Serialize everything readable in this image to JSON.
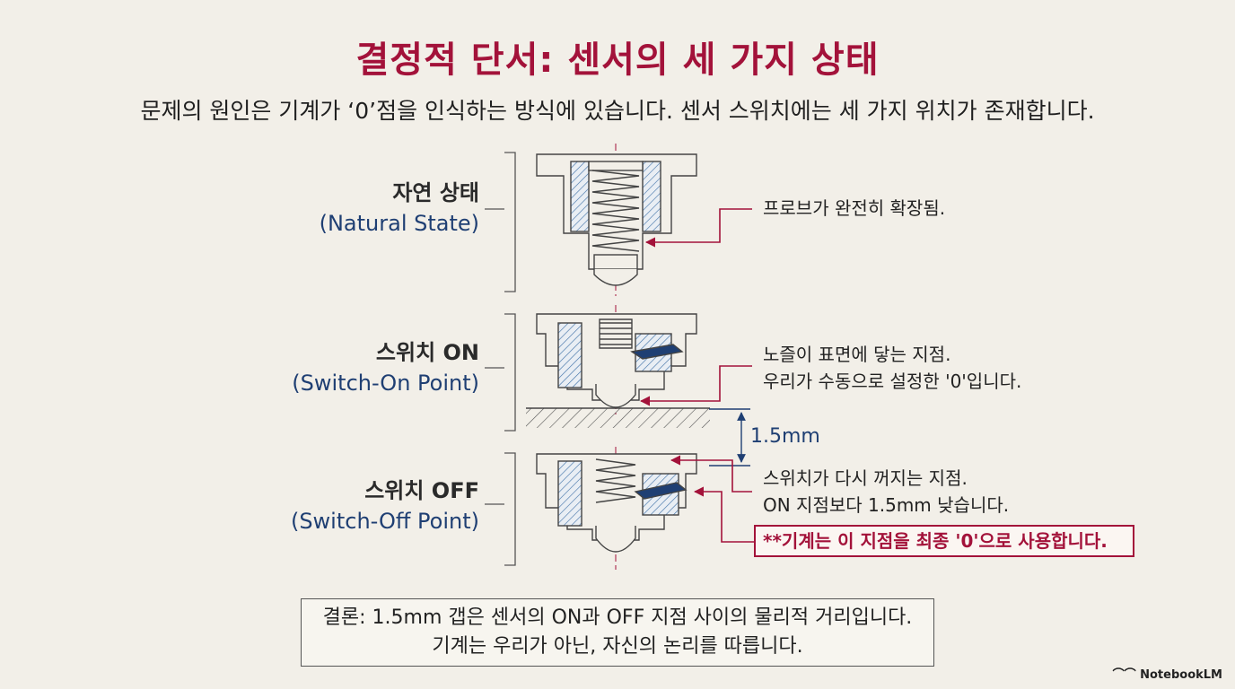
{
  "header": {
    "title": "결정적 단서: 센서의 세 가지 상태",
    "subtitle": "문제의 원인은 기계가 ‘0’점을 인식하는 방식에 있습니다. 센서 스위치에는 세 가지 위치가 존재합니다."
  },
  "states": [
    {
      "label_ko": "자연 상태",
      "label_en": "(Natural State)",
      "notes": [
        "프로브가 완전히 확장됨."
      ]
    },
    {
      "label_ko": "스위치 ON",
      "label_en": "(Switch-On Point)",
      "notes": [
        "노즐이 표면에 닿는 지점.",
        "우리가 수동으로 설정한 '0'입니다."
      ]
    },
    {
      "label_ko": "스위치 OFF",
      "label_en": "(Switch-Off Point)",
      "notes": [
        "스위치가 다시 꺼지는 지점.",
        "ON 지점보다 1.5mm 낮습니다."
      ],
      "highlight": "**기계는 이 지점을 최종 '0'으로 사용합니다."
    }
  ],
  "gap": {
    "label": "1.5mm"
  },
  "conclusion": {
    "line1": "결론: 1.5mm 갭은 센서의 ON과 OFF 지점 사이의 물리적 거리입니다.",
    "line2": "기계는 우리가 아닌, 자신의 논리를 따릅니다."
  },
  "branding": {
    "text": "NotebookLM"
  },
  "colors": {
    "accent": "#a3123a",
    "blue": "#1f3f73",
    "line": "#444444",
    "hatch": "#3b6ea5"
  }
}
